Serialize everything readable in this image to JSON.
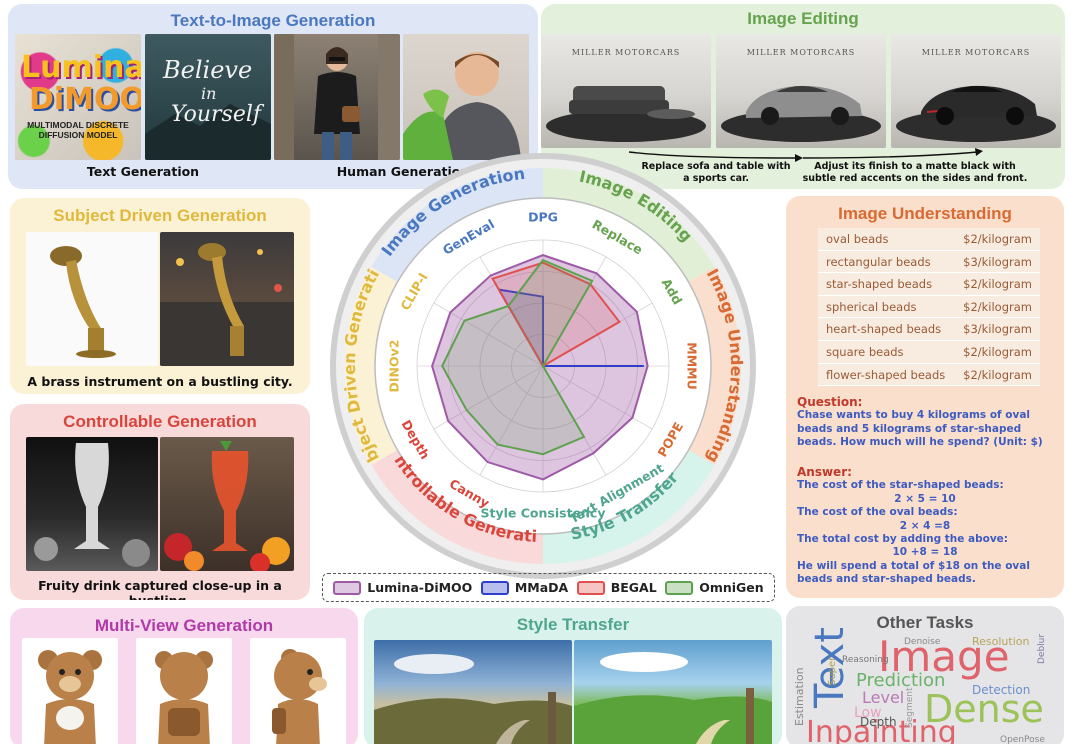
{
  "colors": {
    "t2i": "#4a78c0",
    "edit": "#67a34f",
    "subject": "#e0b93c",
    "control": "#d9453b",
    "understand": "#d86a33",
    "multiview": "#b03aa8",
    "style": "#4fa58e",
    "other": "#555555",
    "lumina": "#9e5aa6",
    "mmada": "#2e3fc9",
    "begal": "#e0504e",
    "omnigen": "#5fa24e"
  },
  "panels": {
    "t2i": {
      "title": "Text-to-Image Generation",
      "caption_left": "Text Generation",
      "caption_right": "Human Generation",
      "poster_title": "Lumina",
      "poster_title2": "DiMOO",
      "poster_sub": "MULTIMODAL DISCRETE DIFFUSION MODEL",
      "poster_script1": "Believe",
      "poster_script2": "in",
      "poster_script3": "Yourself"
    },
    "edit": {
      "title": "Image Editing",
      "sign": "MILLER MOTORCARS",
      "caption_1": "Replace sofa and table with a sports car.",
      "caption_2": "Adjust its finish to a matte black with subtle red accents on the sides and front."
    },
    "subject": {
      "title": "Subject Driven Generation",
      "caption": "A brass instrument on a bustling city."
    },
    "control": {
      "title": "Controllable Generation",
      "caption": "Fruity drink captured close-up in a bustling."
    },
    "understand": {
      "title": "Image Understanding",
      "table": [
        {
          "item": "oval beads",
          "price": "$2/kilogram"
        },
        {
          "item": "rectangular beads",
          "price": "$3/kilogram"
        },
        {
          "item": "star-shaped beads",
          "price": "$2/kilogram"
        },
        {
          "item": "spherical beads",
          "price": "$2/kilogram"
        },
        {
          "item": "heart-shaped beads",
          "price": "$3/kilogram"
        },
        {
          "item": "square beads",
          "price": "$2/kilogram"
        },
        {
          "item": "flower-shaped beads",
          "price": "$2/kilogram"
        }
      ],
      "question_label": "Question:",
      "question": "Chase wants to buy 4 kilograms of oval beads and 5 kilograms of star-shaped beads. How much will he spend? (Unit: $)",
      "answer_label": "Answer:",
      "answer_lines": [
        {
          "text": "The cost of the star-shaped beads:",
          "center": false
        },
        {
          "text": "2 × 5 = 10",
          "center": true
        },
        {
          "text": "The cost of the oval beads:",
          "center": false
        },
        {
          "text": "2 × 4 =8",
          "center": true
        },
        {
          "text": "The total cost by adding the above:",
          "center": false
        },
        {
          "text": "10 +8 = 18",
          "center": true
        },
        {
          "text": "He will spend a total of $18 on the oval beads and star-shaped beads.",
          "center": false
        }
      ]
    },
    "multiview": {
      "title": "Multi-View Generation"
    },
    "style": {
      "title": "Style Transfer"
    },
    "other": {
      "title": "Other Tasks",
      "words": [
        "Image",
        "Text",
        "Dense",
        "Inpainting",
        "Prediction",
        "Level",
        "Low",
        "Depth",
        "Detection",
        "Estimation",
        "Resolution",
        "Super",
        "Reasoning",
        "Denoise",
        "Deblur",
        "OpenPose",
        "Segment"
      ]
    }
  },
  "radar": {
    "ring_labels": [
      "Image Generation",
      "Image Editing",
      "Image Understanding",
      "Style Transfer",
      "Controllable Generation",
      "Subject Driven Generation"
    ],
    "metric_labels": [
      "DPG",
      "Replace",
      "Add",
      "MMMU",
      "POPE",
      "Text Alignment",
      "Style Consistency",
      "Canny",
      "Depth",
      "DINOv2",
      "CLIP-I",
      "GenEval"
    ]
  },
  "legend": [
    {
      "name": "Lumina-DiMOO",
      "color_key": "lumina"
    },
    {
      "name": "MMaDA",
      "color_key": "mmada"
    },
    {
      "name": "BEGAL",
      "color_key": "begal"
    },
    {
      "name": "OmniGen",
      "color_key": "omnigen"
    }
  ],
  "chart_data": {
    "type": "radar",
    "axes": [
      "DPG",
      "Replace",
      "Add",
      "MMMU",
      "POPE",
      "Text Alignment",
      "Style Consistency",
      "Canny",
      "Depth",
      "DINOv2",
      "CLIP-I",
      "GenEval"
    ],
    "series": [
      {
        "name": "Lumina-DiMOO",
        "values": [
          0.88,
          0.85,
          0.86,
          0.83,
          0.82,
          0.8,
          0.9,
          0.88,
          0.87,
          0.88,
          0.85,
          0.83
        ]
      },
      {
        "name": "MMaDA",
        "values": [
          0.55,
          0,
          0,
          0.8,
          0,
          0,
          0,
          0,
          0,
          0,
          0,
          0.7
        ]
      },
      {
        "name": "BEGAL",
        "values": [
          0.82,
          0.75,
          0.7,
          0,
          0,
          0,
          0,
          0,
          0,
          0,
          0,
          0.8
        ]
      },
      {
        "name": "OmniGen",
        "values": [
          0.84,
          0.78,
          0,
          0,
          0,
          0.65,
          0.7,
          0.72,
          0.7,
          0.8,
          0.72,
          0.55
        ]
      }
    ],
    "rlim": [
      0,
      1
    ]
  }
}
